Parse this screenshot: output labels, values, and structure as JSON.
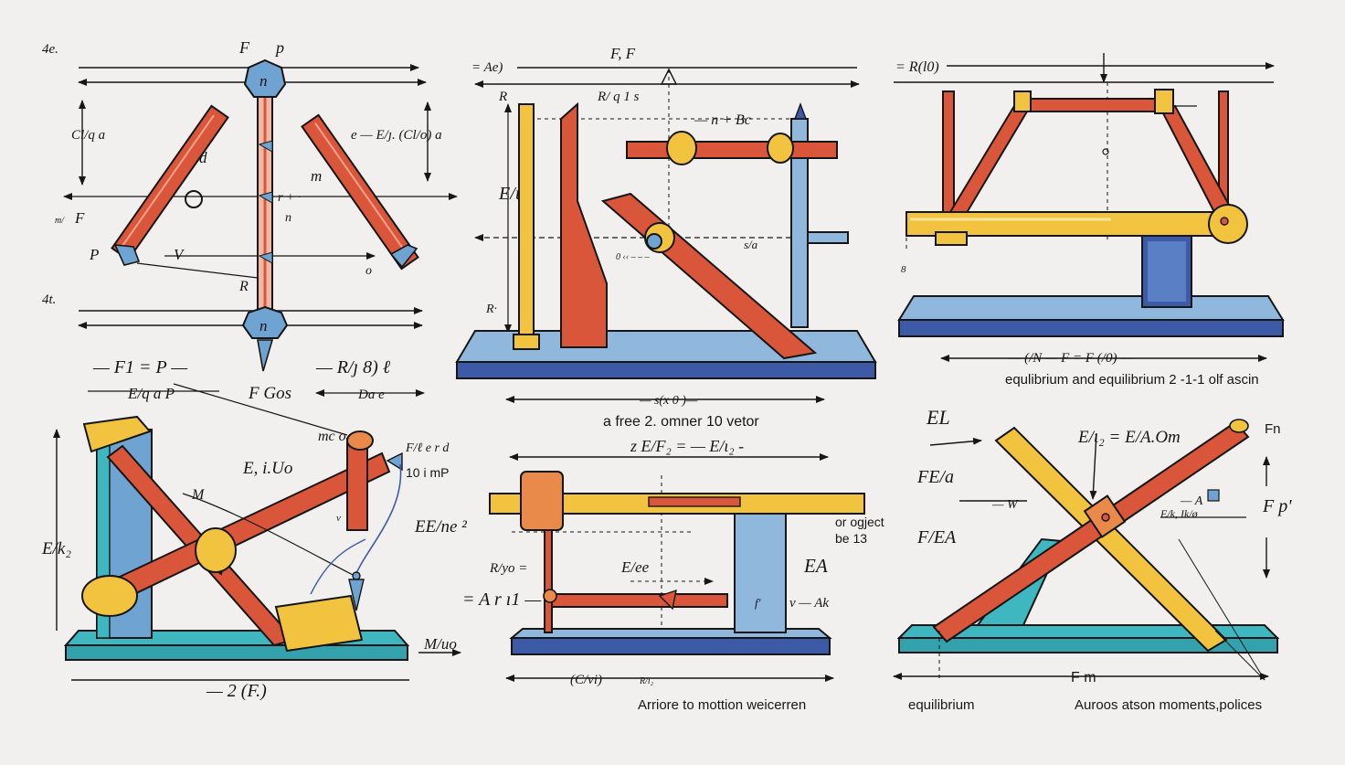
{
  "colors": {
    "background": "#f1f0ee",
    "red_beam": "#d9563a",
    "yellow_beam": "#f2c33f",
    "blue": "#6fa3d1",
    "navy_base": "#3c5aa6",
    "teal_base": "#3fb7c1",
    "ink": "#161616"
  },
  "icons": [
    "arrow-icon",
    "pivot-icon"
  ],
  "panel_top_left": {
    "labels": {
      "corner_a": "4e.",
      "corner_b": "4t.",
      "top_force": "F",
      "top_p": "p",
      "hub_top": "n",
      "hub_bottom": "n",
      "left_dim": "Cl/q a",
      "left_d": "d",
      "left_f": "F",
      "left_f_sub": "m/",
      "left_p": "P",
      "center_v": "V",
      "right_expr": "e — E/ȷ. (Cl/o) a",
      "right_m": "m",
      "shaft_r": "r + ·",
      "shaft_n": "n",
      "right_o": "o",
      "bottom_r": "R",
      "eq_left": "— F1 = P  —",
      "eq_left2": "E/q a P",
      "eq_mid": "F Gos",
      "eq_right": "— R/ȷ 8) ℓ",
      "eq_right2": "Da e"
    }
  },
  "panel_top_middle": {
    "labels": {
      "top_left_expr": "= Ae)",
      "top_forces": "F, F",
      "r_label": "R",
      "r_expr": "R/ q 1 s",
      "side_expr": "— n + Bc",
      "e_label": "E/ι",
      "angle_label": "0 ‹‹ – – –",
      "right_s": "s/a",
      "r_bottom": "R·",
      "dim_bottom": "— s(x 0 )—",
      "caption": "a free 2. omner 10 vetor"
    }
  },
  "panel_top_right": {
    "labels": {
      "top_expr": "= R(l0)",
      "left_8": "8",
      "eq": "— (/N — F = F (/0) —",
      "caption": "equlibrium and equilibrium 2 -1-1 olf ascin"
    }
  },
  "panel_bottom_left": {
    "labels": {
      "e_k": "E/k₂",
      "m_mid": "M",
      "mc_o": "mc o",
      "e_u": "E, i.Uo",
      "f_top": "F/ℓ e r d",
      "f_top2": "10 i mP",
      "e_ne": "EE/ne ²",
      "m_right": "M/uo",
      "v_small": "v",
      "bottom_dim": "— 2 (F.)"
    }
  },
  "panel_bottom_middle": {
    "labels": {
      "top_eq": "z  E/F₂ = — E/ι₂ -",
      "r_left": "R/yo =",
      "eq_left": "= A r  ı1 —",
      "e_mid": "E/ee",
      "note": "or ogject",
      "note2": "be 13",
      "ea": "EA",
      "f_small": "f'",
      "n_ak": "v — Ak",
      "dim_label": "(C/vi)",
      "dim_small": "R/ı₂",
      "caption": "Arriore to mottion weicerren"
    }
  },
  "panel_bottom_right": {
    "labels": {
      "el": "EL",
      "fe": "FE/a",
      "fea": "F/EA",
      "top_eq": "E/ι₂ = E/A.Om",
      "w_label": "— W",
      "fn": "Fn",
      "a_label": "— A",
      "e_k": "E/k,  Ik/ø",
      "fp": "F p'",
      "fm": "F m",
      "caption_left": "equilibrium",
      "caption_right": "Auroos atson moments,polices"
    }
  }
}
